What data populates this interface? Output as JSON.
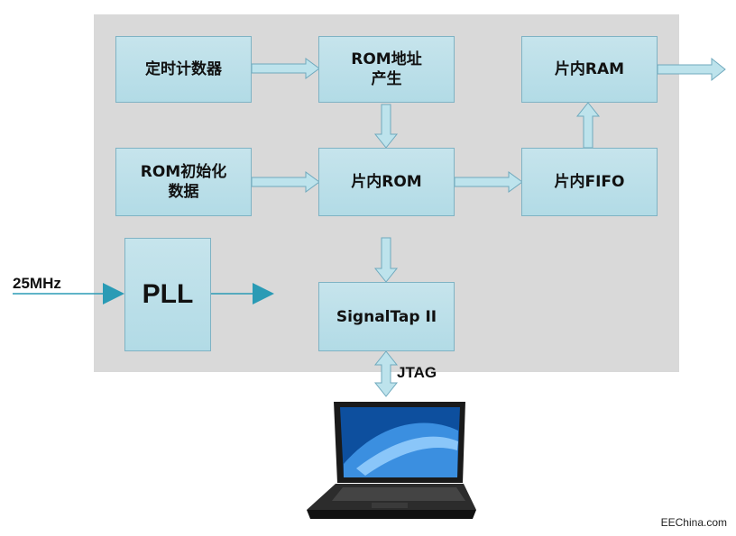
{
  "blocks": {
    "timer": "定时计数器",
    "rom_addr": "ROM地址\n产生",
    "ram": "片内RAM",
    "rom_init": "ROM初始化\n数据",
    "rom": "片内ROM",
    "fifo": "片内FIFO",
    "pll": "PLL",
    "signaltap": "SignalTap II"
  },
  "labels": {
    "clock_in": "25MHz",
    "jtag": "JTAG"
  },
  "watermark": "EEChina.com",
  "colors": {
    "panel": "#d9d9d9",
    "block_fill": "#b9dee8",
    "block_border": "#7fb3c4",
    "arrow_fill": "#bde3ec",
    "arrow_stroke": "#6fa9bd",
    "pll_arrow": "#2a9bb5"
  }
}
